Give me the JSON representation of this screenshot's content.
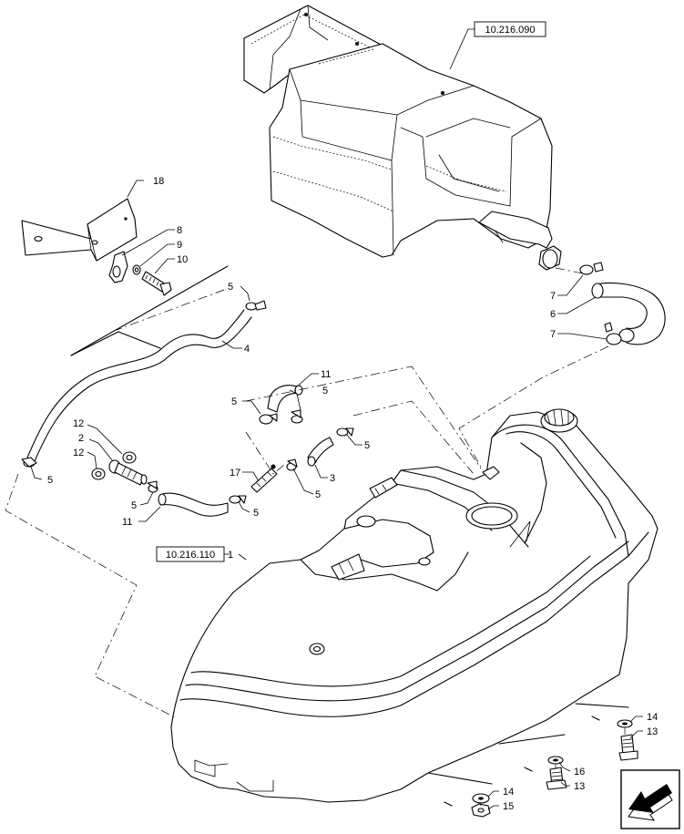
{
  "references": {
    "upper_assembly": "10.216.090",
    "tank_assembly": "10.216.110"
  },
  "callouts": {
    "c1": "1",
    "c2": "2",
    "c3": "3",
    "c4": "4",
    "c5a": "5",
    "c5b": "5",
    "c5c": "5",
    "c5d": "5",
    "c5e": "5",
    "c5f": "5",
    "c5g": "5",
    "c5h": "5",
    "c6": "6",
    "c7a": "7",
    "c7b": "7",
    "c8": "8",
    "c9": "9",
    "c10": "10",
    "c11a": "11",
    "c11b": "11",
    "c12a": "12",
    "c12b": "12",
    "c13a": "13",
    "c13b": "13",
    "c14a": "14",
    "c14b": "14",
    "c15": "15",
    "c16": "16",
    "c17": "17",
    "c18": "18"
  },
  "icons": {
    "corner": "direction-arrow-icon"
  }
}
